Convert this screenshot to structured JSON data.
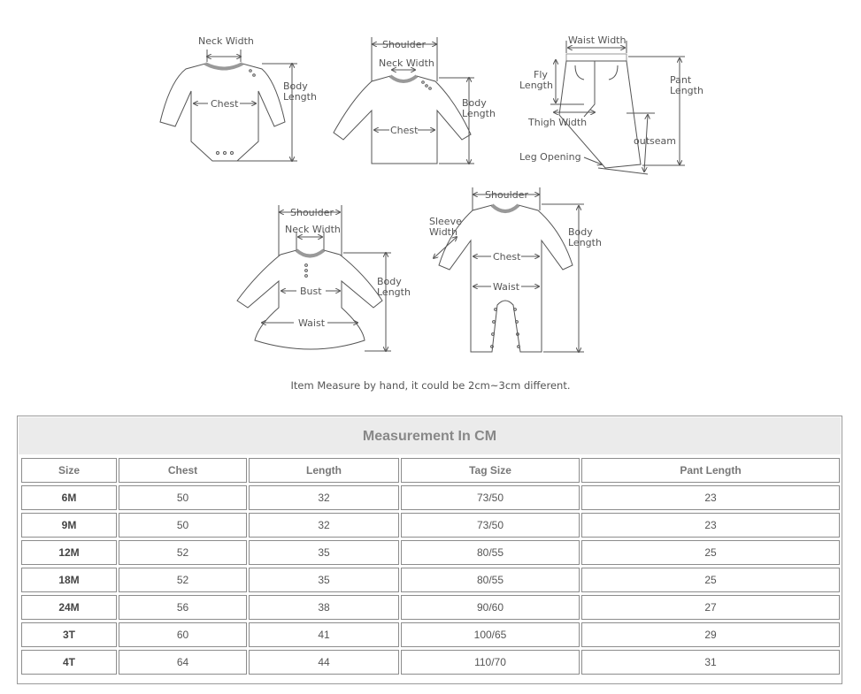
{
  "diagrams": {
    "bodysuit": {
      "neck": "Neck Width",
      "chest": "Chest",
      "body1": "Body",
      "body2": "Length"
    },
    "shirt": {
      "shoulder": "Shoulder",
      "neck": "Neck Width",
      "chest": "Chest",
      "body1": "Body",
      "body2": "Length"
    },
    "pants": {
      "waist": "Waist Width",
      "fly1": "Fly",
      "fly2": "Length",
      "pant1": "Pant",
      "pant2": "Length",
      "thigh": "Thigh Width",
      "outseam": "outseam",
      "leg": "Leg Opening"
    },
    "dress": {
      "shoulder": "Shoulder",
      "neck": "Neck Width",
      "bust": "Bust",
      "waist": "Waist",
      "body1": "Body",
      "body2": "Length"
    },
    "romper": {
      "shoulder": "Shoulder",
      "sleeve1": "Sleeve",
      "sleeve2": "Width",
      "chest": "Chest",
      "waist": "Waist",
      "body1": "Body",
      "body2": "Length"
    }
  },
  "note": "Item Measure by hand, it could be 2cm~3cm different.",
  "table": {
    "title": "Measurement In CM",
    "headers": [
      "Size",
      "Chest",
      "Length",
      "Tag Size",
      "Pant Length"
    ],
    "rows": [
      [
        "6M",
        "50",
        "32",
        "73/50",
        "23"
      ],
      [
        "9M",
        "50",
        "32",
        "73/50",
        "23"
      ],
      [
        "12M",
        "52",
        "35",
        "80/55",
        "25"
      ],
      [
        "18M",
        "52",
        "35",
        "80/55",
        "25"
      ],
      [
        "24M",
        "56",
        "38",
        "90/60",
        "27"
      ],
      [
        "3T",
        "60",
        "41",
        "100/65",
        "29"
      ],
      [
        "4T",
        "64",
        "44",
        "110/70",
        "31"
      ]
    ]
  }
}
